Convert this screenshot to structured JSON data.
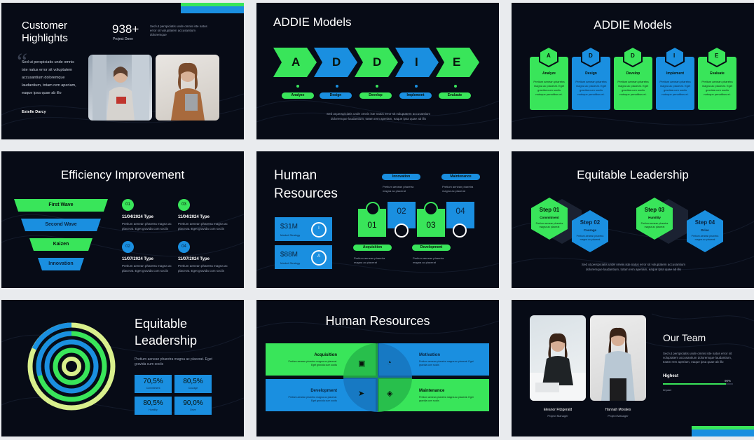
{
  "colors": {
    "accent_green": "#39e55a",
    "accent_blue": "#1a8fe0",
    "bg": "#070b16"
  },
  "s1": {
    "title_line1": "Customer",
    "title_line2": "Highlights",
    "stat": "938+",
    "stat_label": "Project Done",
    "desc": "Sed ut perspiciatis unde omnis iste natus error sit voluptatem accusantium doloremque",
    "quote": "Sed ut perspiciatis unde omnis iste natus error sit voluptatem accusantium doloremque laudantium, totam rem aperiam, eaque ipsa quae ab illo",
    "author": "Estelle Darcy"
  },
  "s2": {
    "title": "ADDIE Models",
    "letters": [
      "A",
      "D",
      "D",
      "I",
      "E"
    ],
    "labels": [
      "Analyze",
      "Design",
      "Develop",
      "Implement",
      "Evaluate"
    ],
    "desc": "Sed ut perspiciatis unde omnis iste natus error sit voluptatem accusantium doloremque laudantium, totam rem aperiam, eaque ipsa quae ab illo"
  },
  "s3": {
    "title": "ADDIE Models",
    "letters": [
      "A",
      "D",
      "D",
      "I",
      "E"
    ],
    "labels": [
      "Analyze",
      "Design",
      "Develop",
      "Implement",
      "Evaluate"
    ],
    "body": "Pretium aenean pharetra magna ac placerat. Eget gravida cum sociis natoque penatibus et."
  },
  "s4": {
    "title": "Efficiency Improvement",
    "funnel": [
      "First Wave",
      "Second Wave",
      "Kaizen",
      "Innovation"
    ],
    "items": [
      {
        "num": "01",
        "date": "11/04/2024 Type"
      },
      {
        "num": "03",
        "date": "11/04/2024 Type"
      },
      {
        "num": "02",
        "date": "11/07/2024 Type"
      },
      {
        "num": "04",
        "date": "11/07/2024 Type"
      }
    ],
    "body": "Pretium aenean pharetra magna ac placerat. Eget gravida cum sociis"
  },
  "s5": {
    "title_line1": "Human",
    "title_line2": "Resources",
    "top_labels": [
      "Innovation",
      "Maintenance"
    ],
    "bottom_labels": [
      "Acquisition",
      "Development"
    ],
    "body": "Pretium aenean pharetra magna ac placerat",
    "stats": [
      {
        "value": "$31M",
        "letter": "I",
        "sub": "Market Strategy"
      },
      {
        "value": "$88M",
        "letter": "A",
        "sub": "Market Strategy"
      }
    ],
    "blocks": [
      "01",
      "02",
      "03",
      "04"
    ]
  },
  "s6": {
    "title": "Equitable Leadership",
    "steps": [
      {
        "title": "Step 01",
        "sub": "Commitment"
      },
      {
        "title": "Step 02",
        "sub": "Courage"
      },
      {
        "title": "Step 03",
        "sub": "Humility"
      },
      {
        "title": "Step 04",
        "sub": "Drive"
      }
    ],
    "body": "Pretium aenean pharetra magna ac placerat",
    "desc": "Sed ut perspiciatis unde omnis iste natus error sit voluptatem accusantium doloremque laudantium, totam rem aperiam, eaque ipsa quae ab illo"
  },
  "s7": {
    "title_line1": "Equitable",
    "title_line2": "Leadership",
    "body": "Pretium aenean pharetra magna ac placerat. Eget gravida cum sociis",
    "stats": [
      {
        "value": "70,5%",
        "sub": "Commitment"
      },
      {
        "value": "80,5%",
        "sub": "Courage"
      },
      {
        "value": "80,5%",
        "sub": "Humility"
      },
      {
        "value": "90,0%",
        "sub": "Drive"
      }
    ]
  },
  "s8": {
    "title": "Human Resources",
    "cells": [
      {
        "title": "Acquisition",
        "icon": "briefcase-icon"
      },
      {
        "title": "Motivation",
        "icon": "pie-chart-icon"
      },
      {
        "title": "Development",
        "icon": "send-icon"
      },
      {
        "title": "Maintenance",
        "icon": "layers-icon"
      }
    ],
    "body": "Pretium aenean pharetra magna ac placerat. Eget gravida cum sociis"
  },
  "s9": {
    "title": "Our Team",
    "desc": "Sed ut perspiciatis unde omnis iste natus error sit voluptatem accusantium doloremque laudantium, totam rem aperiam, eaque ipsa quae ab illo",
    "highest": "Highest",
    "percent": "90%",
    "percent_value": 0.9,
    "impact": "Impact",
    "members": [
      {
        "name": "Eleanor Fitzgerald",
        "role": "Project Manager"
      },
      {
        "name": "Hannah Morales",
        "role": "Project Manager"
      }
    ]
  }
}
